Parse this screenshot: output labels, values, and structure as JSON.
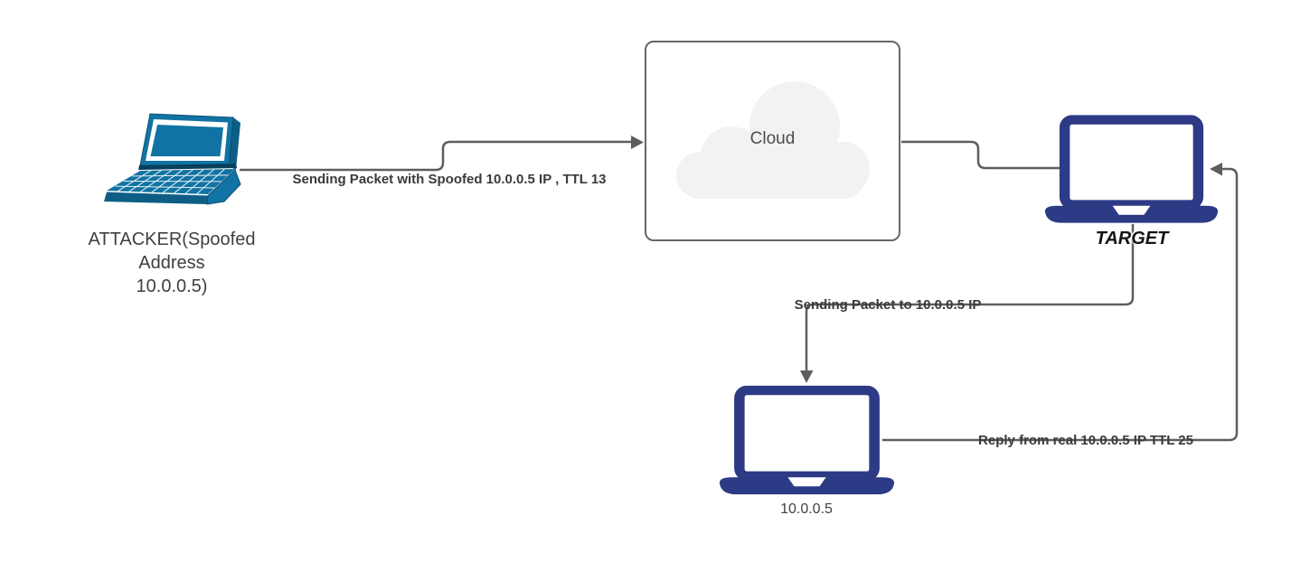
{
  "diagram": {
    "nodes": {
      "attacker": {
        "icon": "laptop-perspective-icon",
        "label_lines": [
          "ATTACKER(Spoofed",
          "Address",
          "10.0.0.5)"
        ]
      },
      "cloud": {
        "icon": "cloud-icon",
        "label": "Cloud"
      },
      "target": {
        "icon": "laptop-icon",
        "label": "TARGET"
      },
      "real_host": {
        "icon": "laptop-icon",
        "label": "10.0.0.5"
      }
    },
    "edges": [
      {
        "from": "attacker",
        "to": "cloud",
        "label": "Sending Packet with Spoofed 10.0.0.5 IP , TTL 13"
      },
      {
        "from": "cloud",
        "to": "target",
        "label": ""
      },
      {
        "from": "target",
        "to": "real_host",
        "label": "Sending Packet to 10.0.0.5 IP"
      },
      {
        "from": "real_host",
        "to": "target",
        "label": "Reply from real 10.0.0.5 IP TTL 25"
      }
    ],
    "colors": {
      "laptop_navy": "#2d3a85",
      "laptop_teal": "#1173a3",
      "laptop_teal_dark": "#0e5d85",
      "connector_gray": "#5e5e5e",
      "cloud_fill": "#f2f2f2",
      "cloud_box_border": "#666666",
      "edge_label_text": "#3a3a3a",
      "node_label_text": "#404040",
      "background": "#ffffff"
    }
  }
}
